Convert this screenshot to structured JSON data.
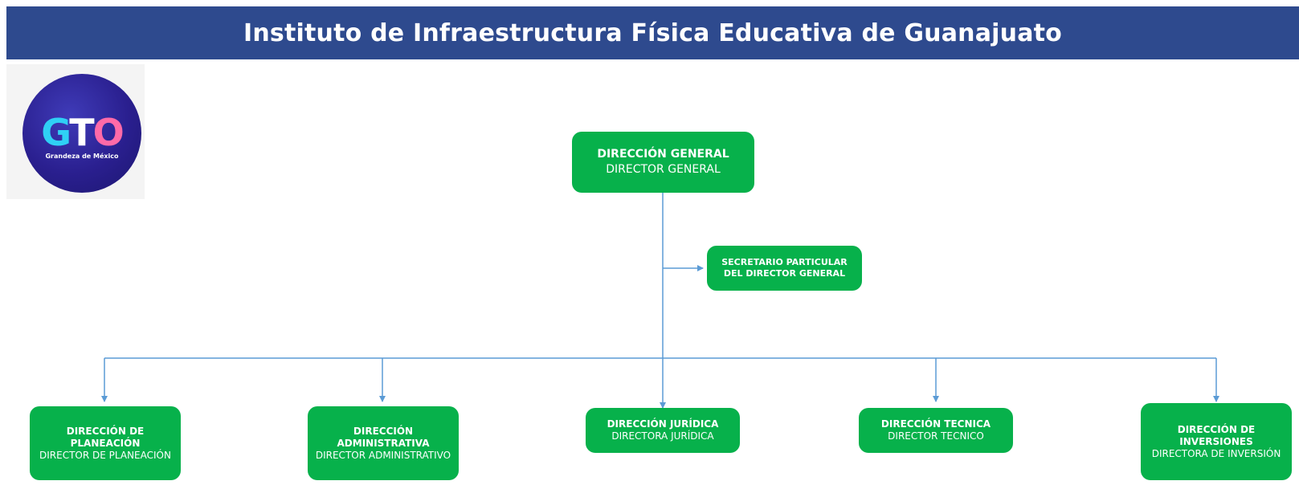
{
  "header": {
    "title": "Instituto de Infraestructura Física Educativa de Guanajuato"
  },
  "logo": {
    "text_g": "G",
    "text_t": "T",
    "text_o": "O",
    "tagline": "Grandeza de México"
  },
  "colors": {
    "banner": "#2e4a8e",
    "box": "#07b14b",
    "connector": "#5b9bd5"
  },
  "org": {
    "root": {
      "title": "DIRECCIÓN GENERAL",
      "subtitle": "DIRECTOR GENERAL"
    },
    "assistant": {
      "title": "SECRETARIO PARTICULAR DEL DIRECTOR GENERAL"
    },
    "departments": [
      {
        "title": "DIRECCIÓN DE PLANEACIÓN",
        "subtitle": "DIRECTOR DE PLANEACIÓN"
      },
      {
        "title": "DIRECCIÓN ADMINISTRATIVA",
        "subtitle": "DIRECTOR ADMINISTRATIVO"
      },
      {
        "title": "DIRECCIÓN JURÍDICA",
        "subtitle": "DIRECTORA JURÍDICA"
      },
      {
        "title": "DIRECCIÓN TECNICA",
        "subtitle": "DIRECTOR TECNICO"
      },
      {
        "title": "DIRECCIÓN DE INVERSIONES",
        "subtitle": "DIRECTORA DE INVERSIÓN"
      }
    ]
  }
}
